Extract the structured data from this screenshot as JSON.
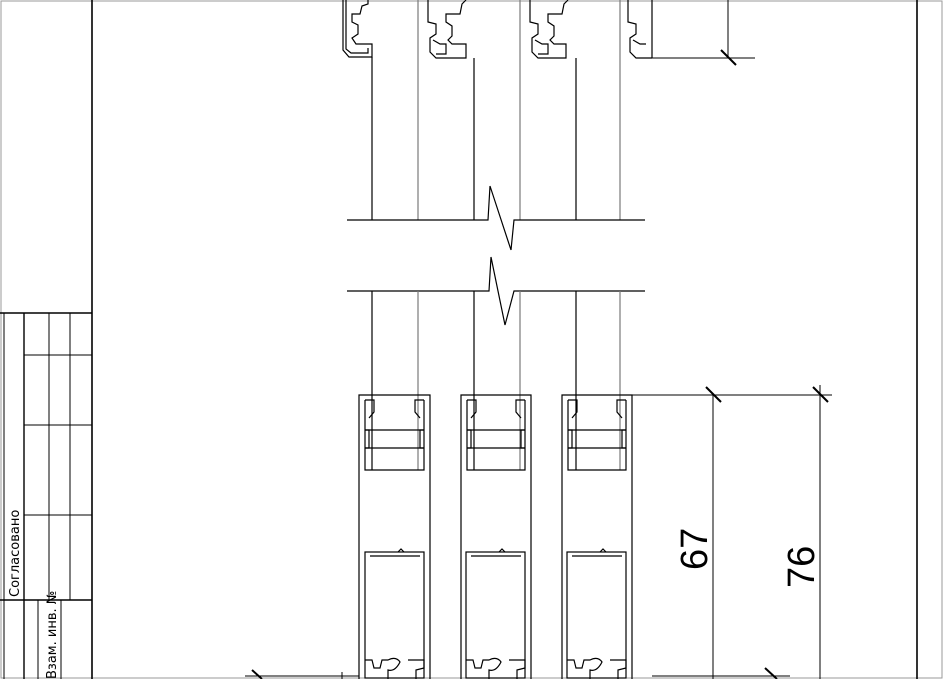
{
  "title_block": {
    "approved_label": "Согласовано",
    "inventory_label": "Взам. инв. №"
  },
  "dimensions": {
    "inner_height": "67",
    "outer_height": "76"
  }
}
